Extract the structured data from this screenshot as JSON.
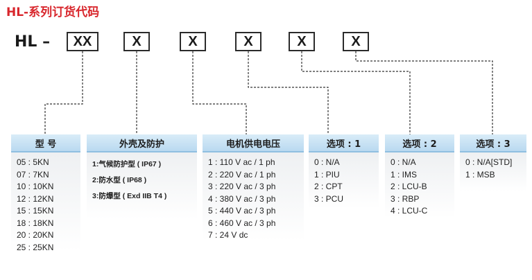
{
  "title": "HL-系列订货代码",
  "prefix": "HL  –",
  "code_boxes": [
    "XX",
    "X",
    "X",
    "X",
    "X",
    "X"
  ],
  "columns": [
    {
      "header": "型 号",
      "items": [
        "05 : 5KN",
        "07 : 7KN",
        "10 : 10KN",
        "12 : 12KN",
        "15 : 15KN",
        "18 : 18KN",
        "20 : 20KN",
        "25 : 25KN"
      ]
    },
    {
      "header": "外壳及防护",
      "items": [
        "1:气候防护型 ( IP67 )",
        "2:防水型 ( IP68 )",
        "3:防爆型 ( Exd IIB T4 )"
      ]
    },
    {
      "header": "电机供电电压",
      "items": [
        "1 : 110 V ac / 1 ph",
        "2 : 220 V ac / 1 ph",
        "3 : 220 V ac / 3 ph",
        "4 : 380 V ac / 3 ph",
        "5 : 440 V ac / 3 ph",
        "6 : 460 V ac / 3 ph",
        "7 : 24 V dc"
      ]
    },
    {
      "header": "选项 : 1",
      "items": [
        "0 : N/A",
        "1 : PIU",
        "2 : CPT",
        "3 : PCU"
      ]
    },
    {
      "header": "选项 : 2",
      "items": [
        "0 : N/A",
        "1 : IMS",
        "2 : LCU-B",
        "3 : RBP",
        "4 : LCU-C"
      ]
    },
    {
      "header": "选项 : 3",
      "items": [
        "0 : N/A[STD]",
        "1 : MSB"
      ]
    }
  ]
}
